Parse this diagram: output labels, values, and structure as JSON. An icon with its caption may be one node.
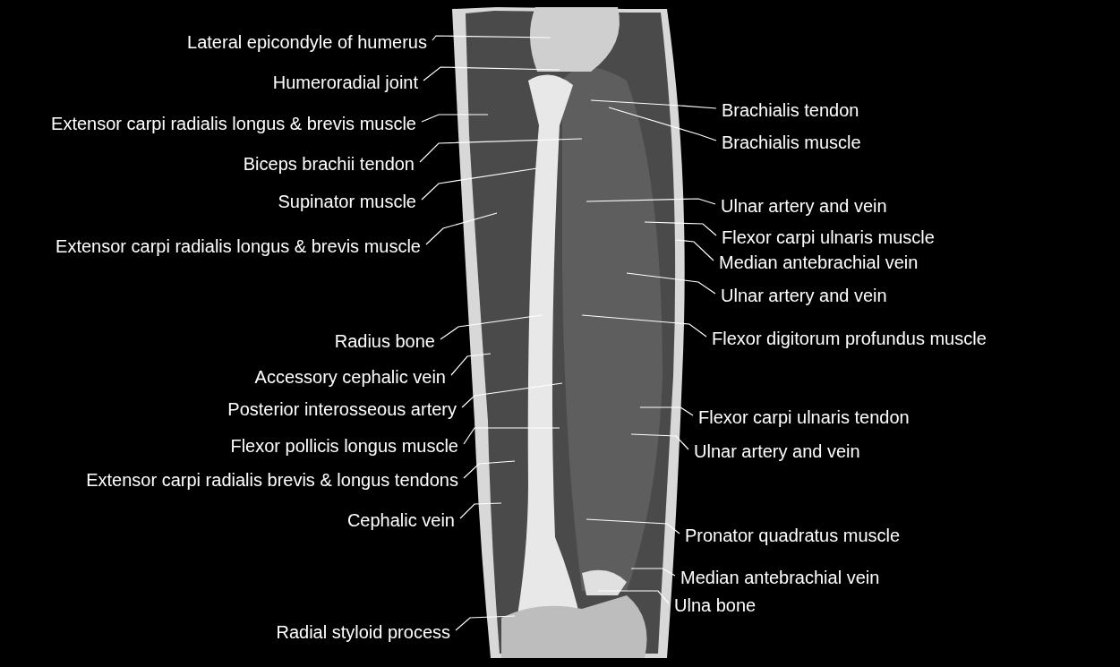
{
  "diagram": {
    "nodes": [
      {
        "text": [
          "Lateral epicondyle of humerus"
        ]
      },
      {
        "text": [
          "Humeroradial joint"
        ]
      },
      {
        "text": [
          "Extensor carpi radialis longus & brevis muscle"
        ]
      },
      {
        "text": [
          "Biceps brachii tendon"
        ]
      },
      {
        "text": [
          "Supinator muscle"
        ]
      },
      {
        "text": [
          "Extensor carpi radialis longus & brevis muscle"
        ]
      },
      {
        "text": [
          "Radius bone"
        ]
      },
      {
        "text": [
          "Accessory cephalic vein"
        ]
      },
      {
        "text": [
          "Posterior interosseous artery"
        ]
      },
      {
        "text": [
          "Flexor pollicis longus muscle"
        ]
      },
      {
        "text": [
          "Extensor carpi radialis brevis & longus tendons"
        ]
      },
      {
        "text": [
          "Cephalic vein"
        ]
      },
      {
        "text": [
          "Radial styloid process"
        ]
      },
      {
        "text": [
          "Brachialis tendon"
        ]
      },
      {
        "text": [
          "Brachialis muscle"
        ]
      },
      {
        "text": [
          "Ulnar artery and vein"
        ]
      },
      {
        "text": [
          "Flexor carpi ulnaris muscle"
        ]
      },
      {
        "text": [
          "Median antebrachial vein"
        ]
      },
      {
        "text": [
          "Ulnar artery and vein"
        ]
      },
      {
        "text": [
          "Flexor digitorum profundus muscle"
        ]
      },
      {
        "text": [
          "Flexor carpi ulnaris tendon"
        ]
      },
      {
        "text": [
          "Ulnar artery and vein"
        ]
      },
      {
        "text": [
          "Pronator quadratus muscle"
        ]
      },
      {
        "text": [
          "Median antebrachial vein"
        ]
      },
      {
        "text": [
          "Ulna bone"
        ]
      }
    ],
    "edges": [
      {
        "from": 0,
        "to": null,
        "arrow": "none"
      },
      {
        "from": 1,
        "to": null,
        "arrow": "none"
      },
      {
        "from": 2,
        "to": null,
        "arrow": "none"
      },
      {
        "from": 3,
        "to": null,
        "arrow": "none"
      },
      {
        "from": 4,
        "to": null,
        "arrow": "none"
      },
      {
        "from": 5,
        "to": null,
        "arrow": "none"
      },
      {
        "from": 6,
        "to": null,
        "arrow": "none"
      },
      {
        "from": 7,
        "to": null,
        "arrow": "none"
      },
      {
        "from": 8,
        "to": null,
        "arrow": "none"
      },
      {
        "from": 9,
        "to": null,
        "arrow": "none"
      },
      {
        "from": 10,
        "to": null,
        "arrow": "none"
      },
      {
        "from": 11,
        "to": null,
        "arrow": "none"
      },
      {
        "from": 12,
        "to": null,
        "arrow": "none"
      },
      {
        "from": 13,
        "to": null,
        "arrow": "none"
      },
      {
        "from": 14,
        "to": null,
        "arrow": "none"
      },
      {
        "from": 15,
        "to": null,
        "arrow": "none"
      },
      {
        "from": 16,
        "to": null,
        "arrow": "none"
      },
      {
        "from": 17,
        "to": null,
        "arrow": "none"
      },
      {
        "from": 18,
        "to": null,
        "arrow": "none"
      },
      {
        "from": 19,
        "to": null,
        "arrow": "none"
      },
      {
        "from": 20,
        "to": null,
        "arrow": "none"
      },
      {
        "from": 21,
        "to": null,
        "arrow": "none"
      },
      {
        "from": 22,
        "to": null,
        "arrow": "none"
      },
      {
        "from": 23,
        "to": null,
        "arrow": "none"
      },
      {
        "from": 24,
        "to": null,
        "arrow": "none"
      }
    ]
  }
}
